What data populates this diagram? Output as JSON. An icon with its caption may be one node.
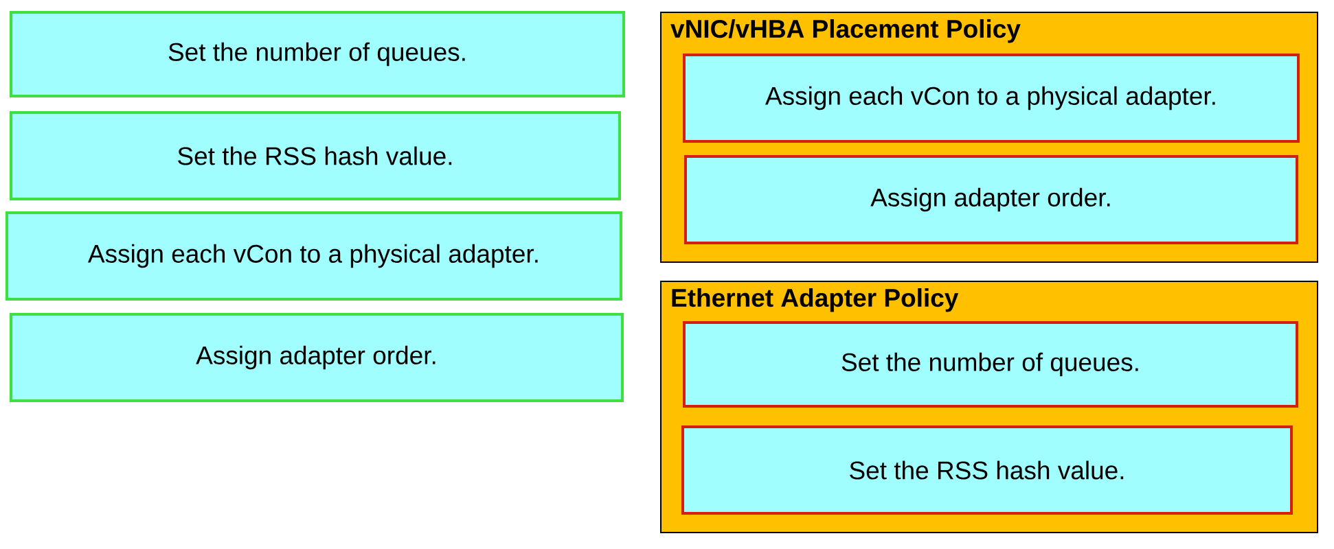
{
  "diagram": {
    "nodes": [
      {
        "text": [
          "Set the number of queues."
        ]
      },
      {
        "text": [
          "Set the RSS hash value."
        ]
      },
      {
        "text": [
          "Assign each vCon to a physical adapter."
        ]
      },
      {
        "text": [
          "Assign adapter order."
        ]
      },
      {
        "text": [
          "vNIC/vHBA Placement Policy"
        ]
      },
      {
        "text": [
          "Assign each vCon to a physical adapter."
        ],
        "in": 4
      },
      {
        "text": [
          "Assign adapter order."
        ],
        "in": 4
      },
      {
        "text": [
          "Ethernet Adapter Policy"
        ]
      },
      {
        "text": [
          "Set the number of queues."
        ],
        "in": 7
      },
      {
        "text": [
          "Set the RSS hash value."
        ],
        "in": 7
      }
    ]
  }
}
